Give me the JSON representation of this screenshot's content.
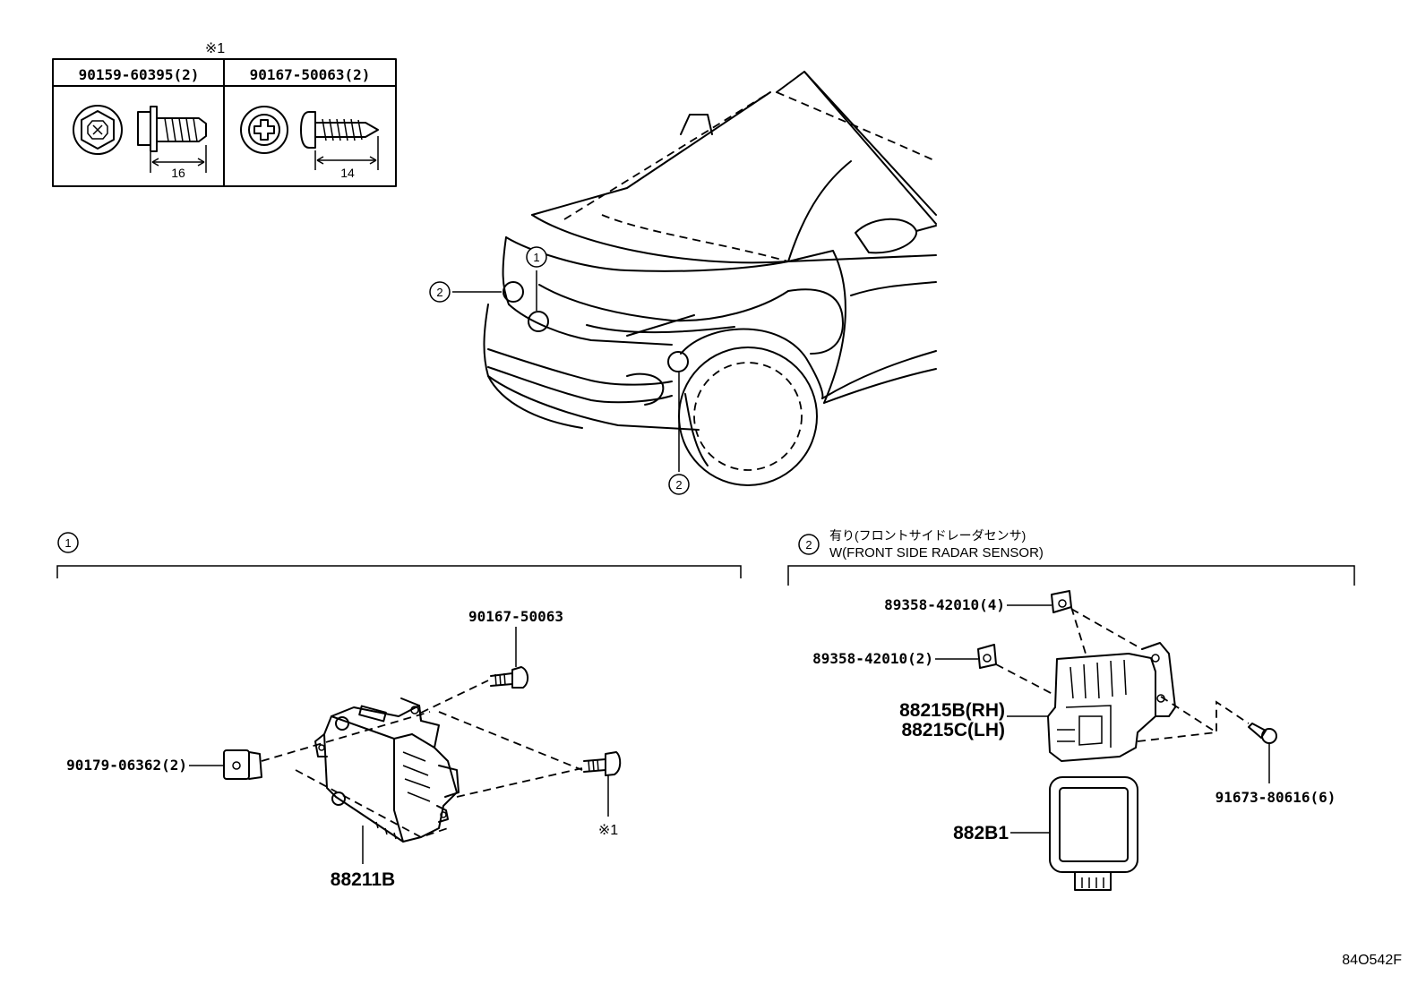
{
  "fastener_table": {
    "note_mark": "※1",
    "columns": [
      {
        "part_no": "90159-60395(2)",
        "dimension": "16"
      },
      {
        "part_no": "90167-50063(2)",
        "dimension": "14"
      }
    ]
  },
  "callouts": {
    "one": "1",
    "two": "2"
  },
  "section_1": {
    "marker": "1",
    "parts": {
      "screw": "90167-50063",
      "nut": "90179-06362(2)",
      "bolt_note": "※1",
      "module": "88211B"
    }
  },
  "section_2": {
    "marker": "2",
    "title_jp": "有り(フロントサイドレーダセンサ)",
    "title_en": "W(FRONT SIDE RADAR SENSOR)",
    "parts": {
      "clip_4": "89358-42010(4)",
      "clip_2": "89358-42010(2)",
      "bracket_rh": "88215B(RH)",
      "bracket_lh": "88215C(LH)",
      "screw": "91673-80616(6)",
      "sensor": "882B1"
    }
  },
  "drawing_code": "84O542F"
}
